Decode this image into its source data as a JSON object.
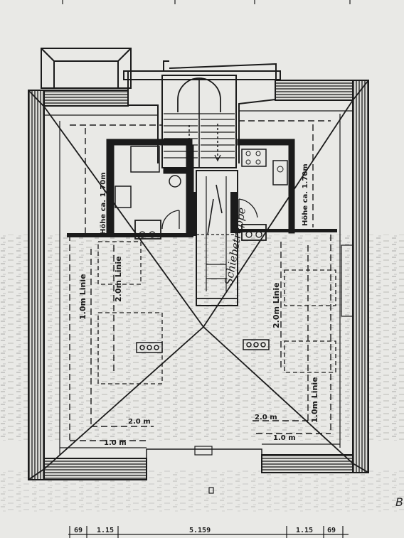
{
  "labels": {
    "height_left": "Höhe ca. 1.70m",
    "height_right": "Höhe ca. 1.70m",
    "line_1m_left": "1.0m Linie",
    "line_2m_left": "2.0m Linie",
    "line_2m_right": "2.0m Linie",
    "line_1m_right": "1.0m Linie",
    "dist_2m_left": "2.0 m",
    "dist_1m_left": "1.0 m",
    "dist_2m_right": "2.0 m",
    "dist_1m_right": "1.0 m",
    "ladder": "Schiebetreppe"
  },
  "dimensions": [
    "69",
    "1.15",
    "5.159",
    "1.15",
    "69"
  ],
  "corner_mark": "B",
  "colors": {
    "paper": "#e9e9e6",
    "ink": "#1b1b1b"
  }
}
